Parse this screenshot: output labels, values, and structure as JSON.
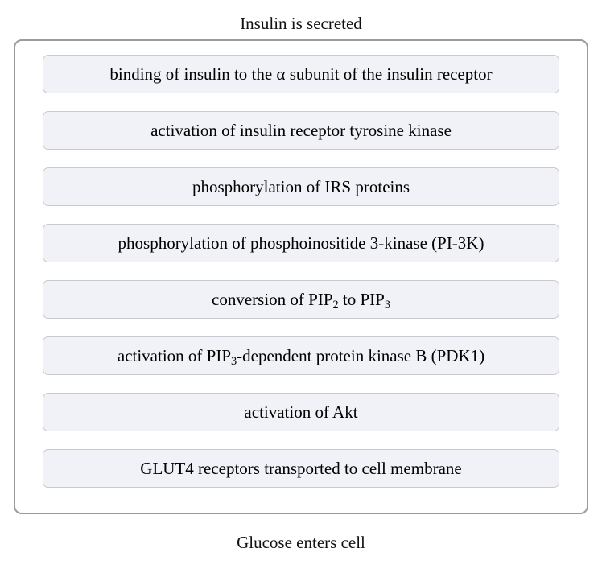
{
  "diagram": {
    "top_caption": "Insulin is secreted",
    "bottom_caption": "Glucose enters cell",
    "colors": {
      "container_border": "#9b9b9b",
      "box_fill": "#f1f2f7",
      "box_border": "#c9cad1",
      "text": "#000000",
      "background": "#ffffff"
    },
    "steps": [
      {
        "index": 1,
        "text": "binding of insulin to the α subunit of the insulin receptor",
        "parts": [
          {
            "t": "binding of insulin to the α subunit of the insulin receptor"
          }
        ]
      },
      {
        "index": 2,
        "text": "activation of insulin receptor tyrosine kinase",
        "parts": [
          {
            "t": "activation of insulin receptor tyrosine kinase"
          }
        ]
      },
      {
        "index": 3,
        "text": "phosphorylation of IRS proteins",
        "parts": [
          {
            "t": "phosphorylation of IRS proteins"
          }
        ]
      },
      {
        "index": 4,
        "text": "phosphorylation of phosphoinositide 3-kinase (PI-3K)",
        "parts": [
          {
            "t": "phosphorylation of phosphoinositide 3-kinase (PI-3K)"
          }
        ]
      },
      {
        "index": 5,
        "text": "conversion of PIP2 to PIP3",
        "parts": [
          {
            "t": "conversion of PIP"
          },
          {
            "t": "2",
            "sub": true
          },
          {
            "t": " to PIP"
          },
          {
            "t": "3",
            "sub": true
          }
        ]
      },
      {
        "index": 6,
        "text": "activation of PIP3-dependent protein kinase B (PDK1)",
        "parts": [
          {
            "t": "activation of PIP"
          },
          {
            "t": "3",
            "sub": true
          },
          {
            "t": "-dependent protein kinase B (PDK1)"
          }
        ]
      },
      {
        "index": 7,
        "text": "activation of Akt",
        "parts": [
          {
            "t": "activation of Akt"
          }
        ]
      },
      {
        "index": 8,
        "text": "GLUT4 receptors transported to cell membrane",
        "parts": [
          {
            "t": "GLUT4 receptors transported to cell membrane"
          }
        ]
      }
    ]
  }
}
